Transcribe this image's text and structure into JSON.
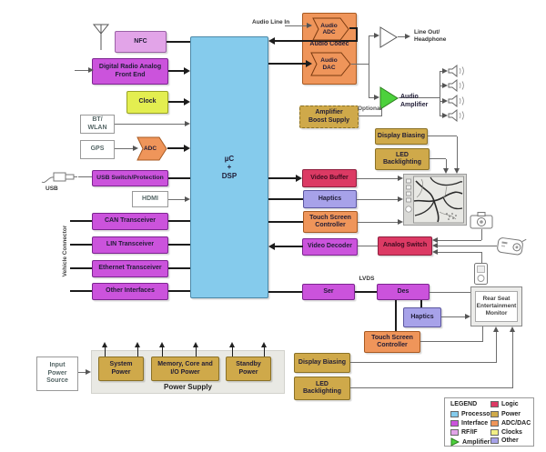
{
  "blocks": {
    "nfc": "NFC",
    "digital_radio": "Digital Radio Analog\nFront End",
    "clock": "Clock",
    "bt_wlan": "BT/\nWLAN",
    "gps": "GPS",
    "adc": "ADC",
    "usb_switch": "USB Switch/Protection",
    "hdmi": "HDMI",
    "can": "CAN Transceiver",
    "lin": "LIN Transceiver",
    "ethernet": "Ethernet Transceiver",
    "other_interfaces": "Other Interfaces",
    "mcu": "µC\n+\nDSP",
    "audio_codec": "Audio Codec",
    "audio_adc": "Audio\nADC",
    "audio_dac": "Audio\nDAC",
    "amplifier_boost": "Amplifier\nBoost Supply",
    "audio_amplifier": "Audio\nAmplifier",
    "display_biasing_1": "Display Biasing",
    "led_backlighting_1": "LED\nBacklighting",
    "video_buffer": "Video Buffer",
    "haptics_1": "Haptics",
    "touch_screen_1": "Touch Screen\nController",
    "video_decoder": "Video Decoder",
    "analog_switch": "Analog Switch",
    "ser": "Ser",
    "des": "Des",
    "haptics_2": "Haptics",
    "touch_screen_2": "Touch Screen\nController",
    "rear_monitor": "Rear Seat\nEntertainment\nMonitor",
    "display_biasing_2": "Display Biasing",
    "led_backlighting_2": "LED\nBacklighting",
    "input_power": "Input\nPower\nSource",
    "system_power": "System\nPower",
    "memory_power": "Memory, Core and\nI/O Power",
    "standby_power": "Standby\nPower",
    "power_supply": "Power Supply"
  },
  "labels": {
    "audio_line_in": "Audio Line In",
    "line_out": "Line Out/\nHeadphone",
    "optional": "Optional",
    "lvds": "LVDS",
    "usb": "USB",
    "vehicle_connector": "Vehicle Connector"
  },
  "legend": {
    "title": "LEGEND",
    "processor": "Processor",
    "interface": "Interface",
    "rf_if": "RF/IF",
    "amplifier": "Amplifier",
    "logic": "Logic",
    "power": "Power",
    "adc_dac": "ADC/DAC",
    "clocks": "Clocks",
    "other": "Other"
  },
  "colors": {
    "processor": "#85cbec",
    "interface": "#cb53dc",
    "rf_if": "#e2a4e8",
    "clocks": "#f2ef85",
    "clock_block": "#e3ee50",
    "adc_dac": "#ef955a",
    "power": "#cfa94a",
    "logic": "#dc3a64",
    "other": "#a7a2e9",
    "amplifier": "#4cd13c"
  }
}
